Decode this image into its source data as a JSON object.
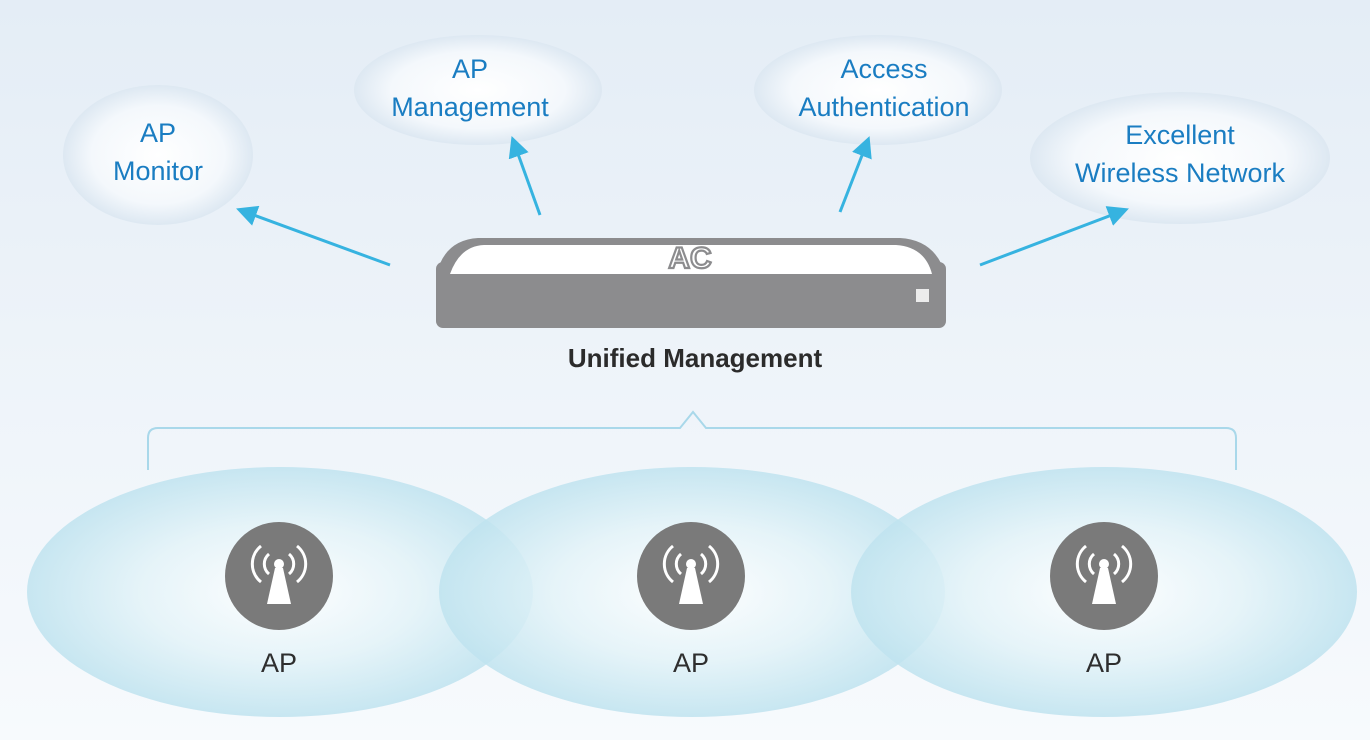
{
  "feature_bubbles": [
    {
      "lines": [
        "AP",
        "Monitor"
      ]
    },
    {
      "lines": [
        "AP",
        "Management"
      ]
    },
    {
      "lines": [
        "Access",
        "Authentication"
      ]
    },
    {
      "lines": [
        "Excellent",
        "Wireless Network"
      ]
    }
  ],
  "controller": {
    "label": "AC",
    "caption": "Unified Management"
  },
  "access_points": [
    {
      "label": "AP"
    },
    {
      "label": "AP"
    },
    {
      "label": "AP"
    }
  ],
  "colors": {
    "bubble_text": "#1a7dc2",
    "arrow": "#36b3e0",
    "device_gray": "#8c8c8e",
    "ap_icon": "#7a7a7a",
    "coverage": "#bfe3ef",
    "bracket": "#a9d8ea"
  }
}
